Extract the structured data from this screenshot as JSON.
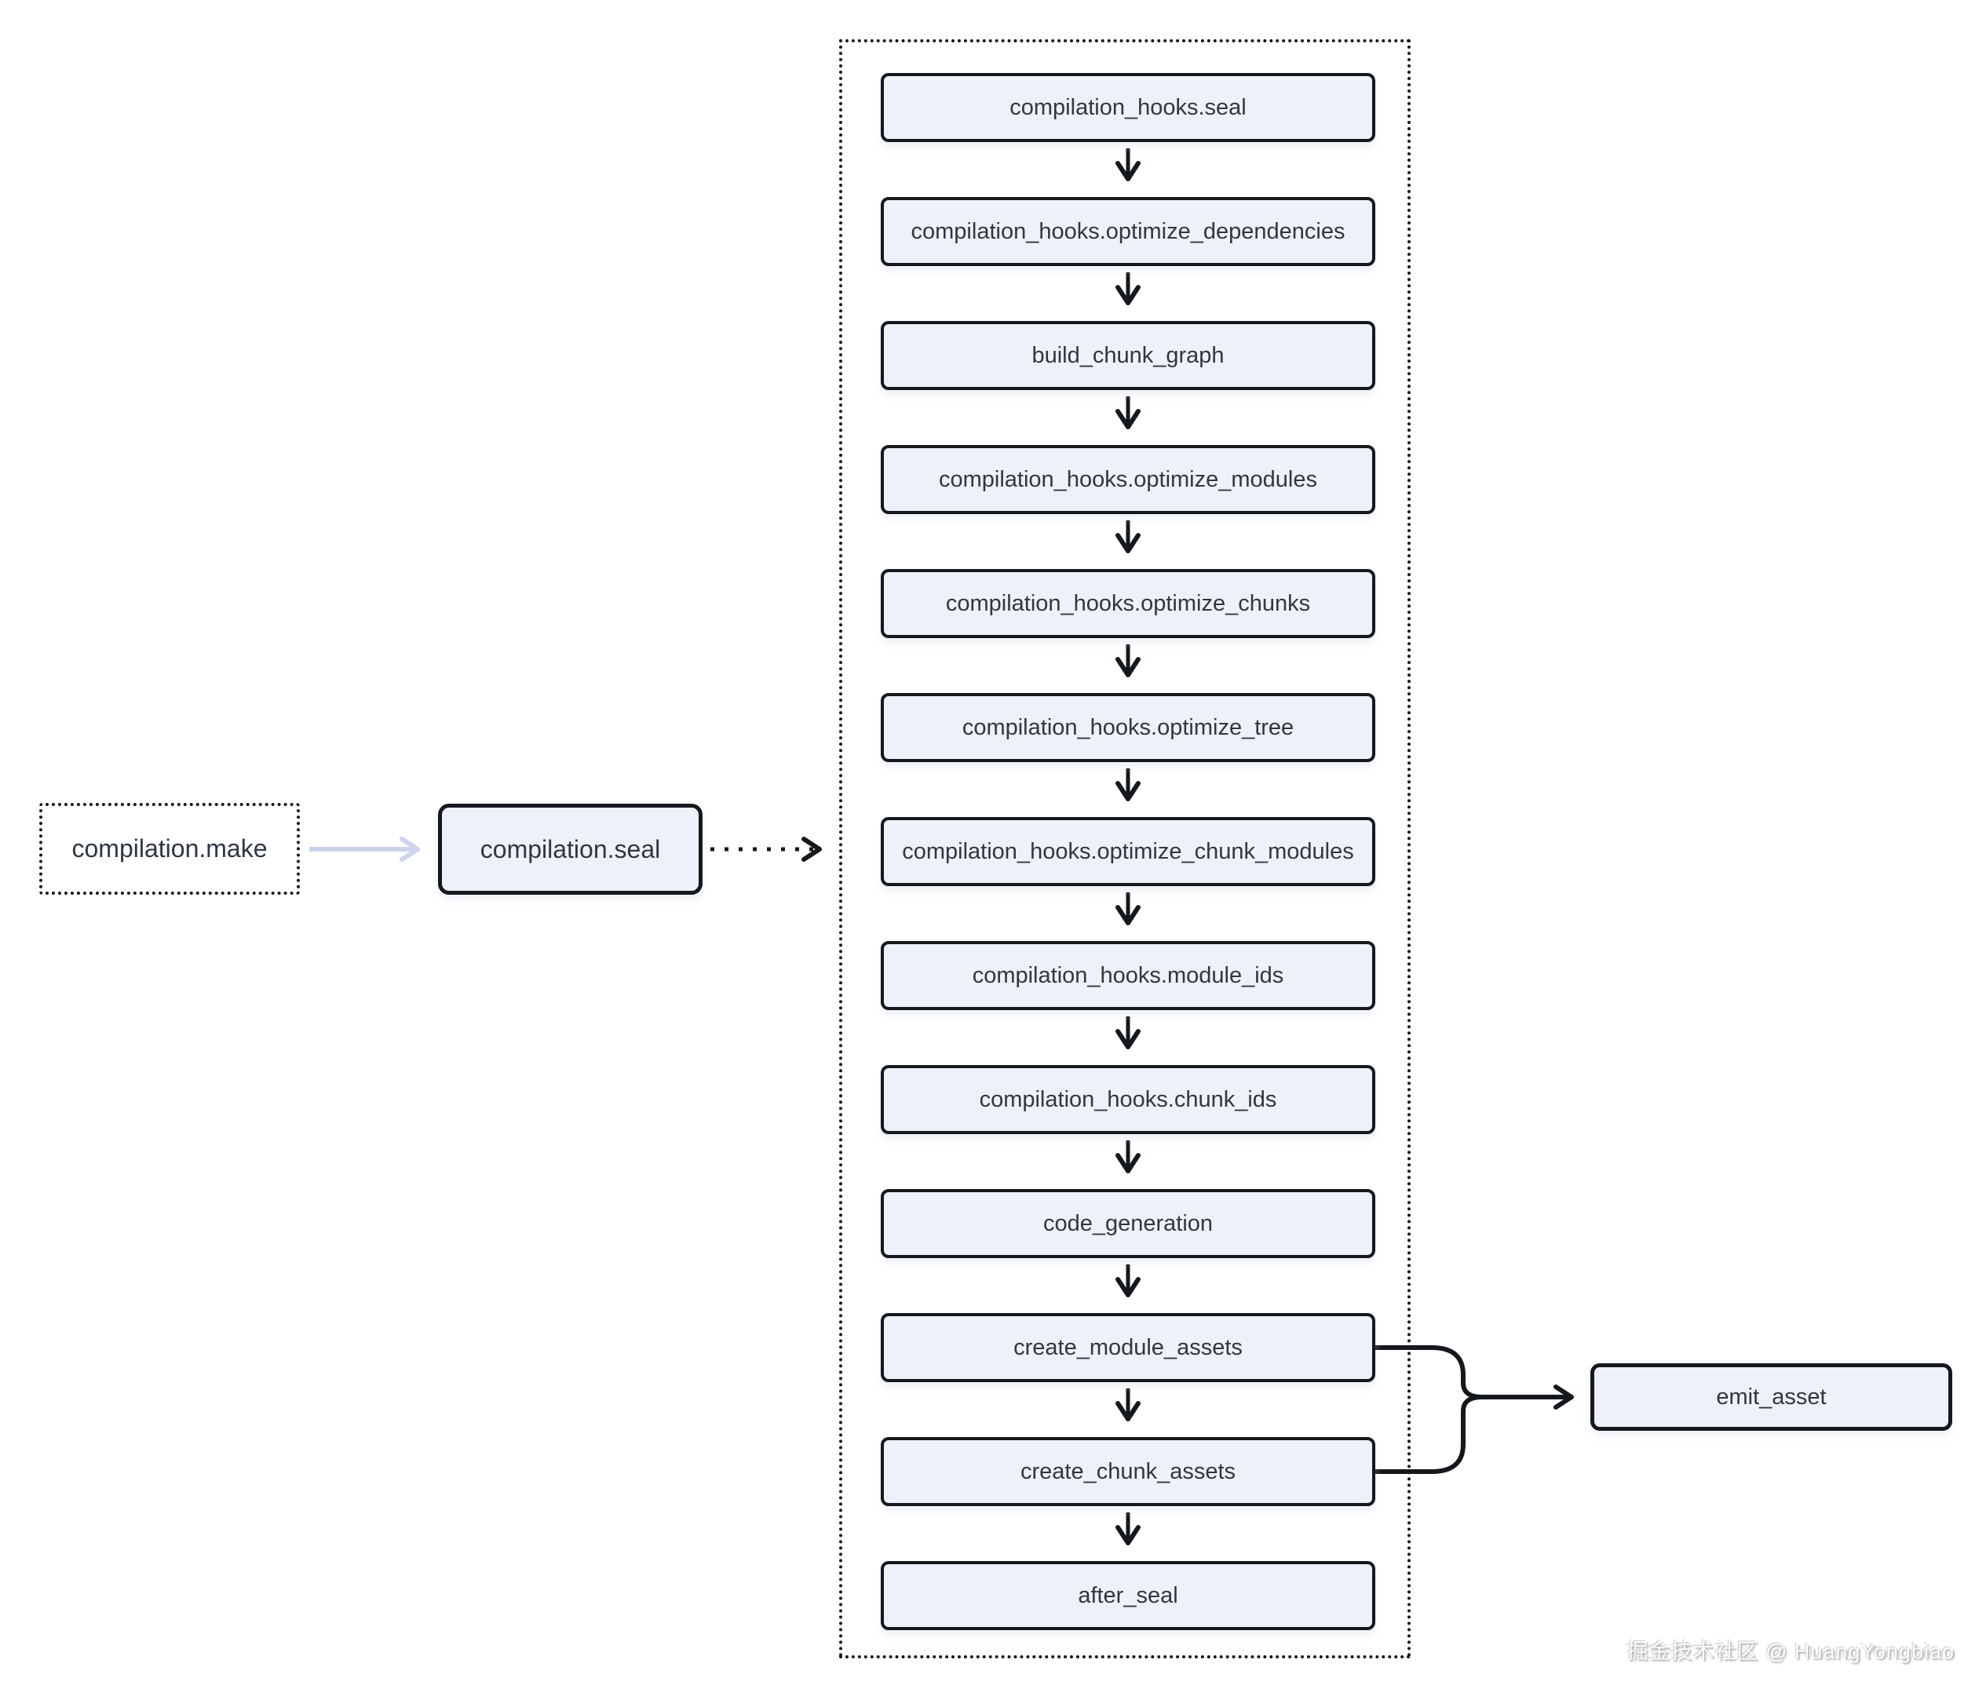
{
  "left_flow": {
    "make_label": "compilation.make",
    "seal_label": "compilation.seal"
  },
  "pipeline": {
    "steps": [
      "compilation_hooks.seal",
      "compilation_hooks.optimize_dependencies",
      "build_chunk_graph",
      "compilation_hooks.optimize_modules",
      "compilation_hooks.optimize_chunks",
      "compilation_hooks.optimize_tree",
      "compilation_hooks.optimize_chunk_modules",
      "compilation_hooks.module_ids",
      "compilation_hooks.chunk_ids",
      "code_generation",
      "create_module_assets",
      "create_chunk_assets",
      "after_seal"
    ]
  },
  "output": {
    "emit_label": "emit_asset"
  },
  "watermark": "掘金技术社区 @ HuangYongbiao",
  "colors": {
    "node_fill": "#eef1f9",
    "node_border": "#15181c",
    "node_text": "#2e3744",
    "muted_arrow": "#ccd4ec",
    "connector": "#15181c"
  }
}
